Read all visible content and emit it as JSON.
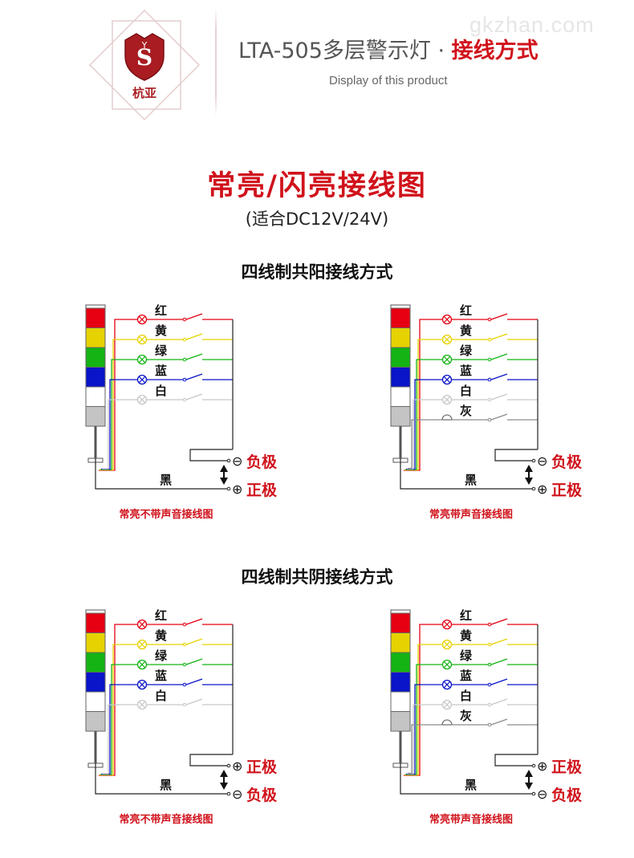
{
  "header": {
    "brand": "杭亚",
    "title_prefix": "LTA-505多层警示灯 · ",
    "title_accent": "接线方式",
    "subtitle": "Display of this product",
    "watermark": "gkzhan.com"
  },
  "main": {
    "title": "常亮/闪亮接线图",
    "subtitle": "(适合DC12V/24V)"
  },
  "sections": [
    {
      "title": "四线制共阳接线方式",
      "top_label": "负极",
      "bottom_label": "正极",
      "top_sym": "⊖",
      "bottom_sym": "⊕"
    },
    {
      "title": "四线制共阴接线方式",
      "top_label": "正极",
      "bottom_label": "负极",
      "top_sym": "⊕",
      "bottom_sym": "⊖"
    }
  ],
  "wire_labels_no_sound": [
    "红",
    "黄",
    "绿",
    "蓝",
    "白"
  ],
  "wire_labels_sound": [
    "红",
    "黄",
    "绿",
    "蓝",
    "白",
    "灰"
  ],
  "black_label": "黑",
  "captions": {
    "no_sound": "常亮不带声音接线图",
    "sound": "常亮带声音接线图"
  },
  "colors": {
    "red": "#e60012",
    "yellow": "#e6d200",
    "green": "#14b414",
    "blue": "#0a14c8",
    "white": "#c8c8c8",
    "gray": "#8c8c8c",
    "accent": "#d0121b"
  }
}
